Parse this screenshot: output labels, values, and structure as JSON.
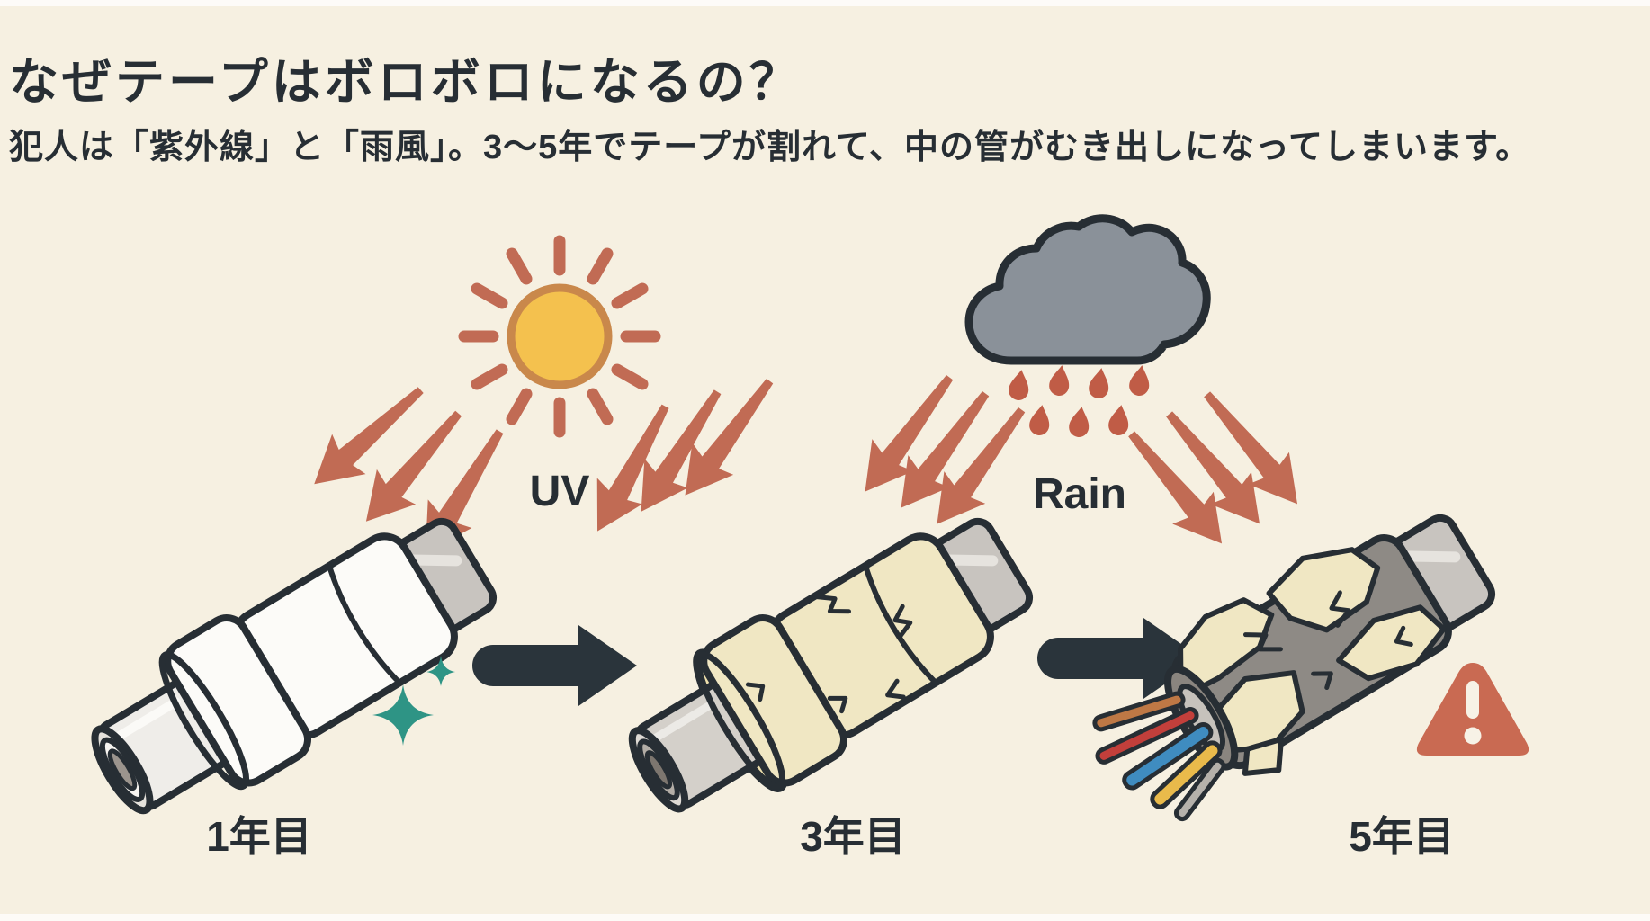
{
  "header": {
    "title": "なぜテープはボロボロになるの？",
    "subtitle": "犯人は「紫外線」と「雨風」。3〜5年でテープが割れて、中の管がむき出しになってしまいます。"
  },
  "causes": {
    "uv_label": "UV",
    "rain_label": "Rain"
  },
  "timeline": {
    "stages": [
      {
        "year_label": "1年目"
      },
      {
        "year_label": "3年目"
      },
      {
        "year_label": "5年目"
      }
    ]
  },
  "icons": {
    "sun": "sun-icon",
    "rain_cloud": "rain-cloud-icon",
    "uv_ray_arrow": "diagonal-down-arrow-icon",
    "sparkle": "sparkle-icon",
    "warning": "warning-triangle-icon",
    "stage_transition": "right-arrow-icon"
  },
  "colors": {
    "background": "#F6F0E1",
    "ink": "#272E34",
    "arrow_red": "#C16B54",
    "drop_red": "#C05C46",
    "sun_yellow": "#F4C14E",
    "sun_stroke": "#C9884B",
    "cloud_gray": "#8A9199",
    "black_arrow": "#2A343B",
    "sparkle_teal": "#2E9485",
    "warning_red": "#C96A52",
    "tape_cream": "#F0E7C3",
    "tape_white": "#FCFBF8",
    "metal_gray": "#C8C4BF",
    "wire_brown": "#BE7845",
    "wire_red": "#C23F3B",
    "wire_blue": "#3F8CC0",
    "wire_yellow": "#E9BA4B"
  }
}
